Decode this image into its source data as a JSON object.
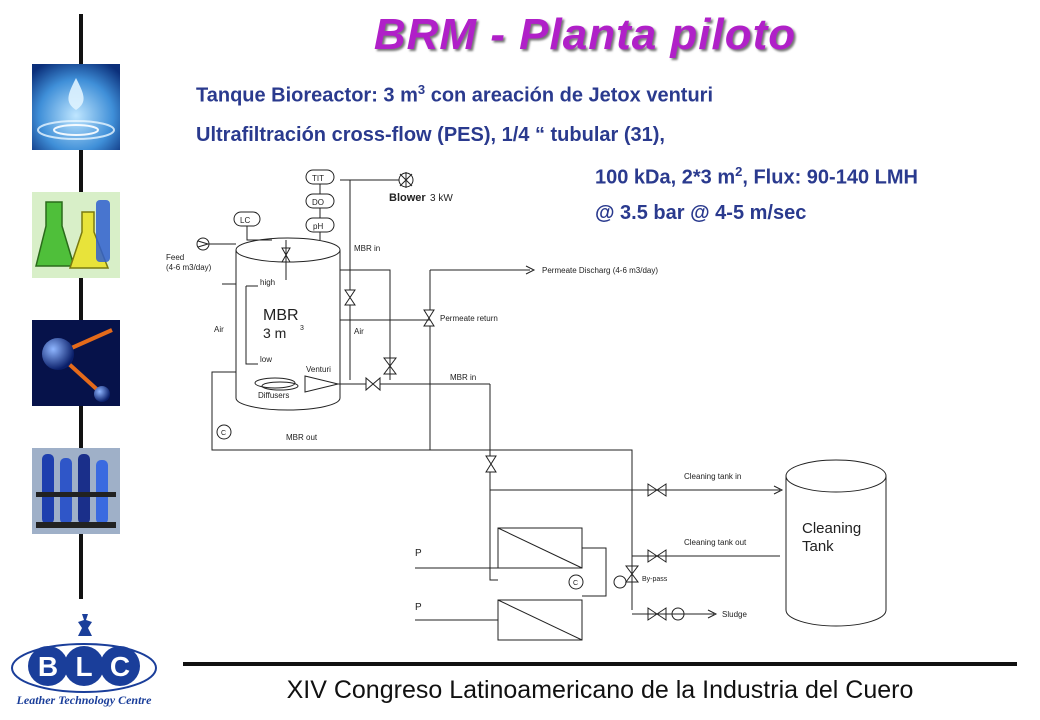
{
  "slide": {
    "title": "BRM - Planta piloto",
    "spec_line1_pre": "Tanque Bioreactor: 3 m",
    "spec_line1_sup": "3",
    "spec_line1_post": " con areación de Jetox venturi",
    "spec_line2": "Ultrafiltración cross-flow (PES), 1/4 “ tubular (31),",
    "spec_line3_pre": "100 kDa, 2*3 m",
    "spec_line3_sup": "2",
    "spec_line3_post": ", Flux: 90-140 LMH",
    "spec_line4": "@  3.5 bar @ 4-5 m/sec",
    "footer": "XIV Congreso Latinoamericano de la Industria del Cuero"
  },
  "logo": {
    "letters": [
      "B",
      "L",
      "C"
    ],
    "tagline": "Leather Technology Centre",
    "accent": "#1a3e9a"
  },
  "sidebar_images": [
    {
      "icon": "water-drop-icon"
    },
    {
      "icon": "chemistry-flasks-icon"
    },
    {
      "icon": "molecule-icon"
    },
    {
      "icon": "test-tubes-icon"
    }
  ],
  "diagram": {
    "tit": "TIT",
    "do": "DO",
    "ph": "pH",
    "lc": "LC",
    "blower": "Blower",
    "blower_power": "3  kW",
    "feed": "Feed",
    "feed_rate": "(4-6  m3/day)",
    "mbr_title": "MBR",
    "mbr_volume": "3  m",
    "mbr_volume_sup": "3",
    "high": "high",
    "low": "low",
    "air_left": "Air",
    "air_right": "Air",
    "venturi": "Venturi",
    "diffusers": "Diffusers",
    "mbr_in_top": "MBR  in",
    "permeate_discharge": "Permeate  Discharg  (4-6  m3/day)",
    "permeate_return": "Permeate  return",
    "mbr_in_mid": "MBR  in",
    "mbr_out": "MBR  out",
    "c_label": "C",
    "cleaning_tank_in": "Cleaning  tank  in",
    "cleaning_tank_out": "Cleaning  tank  out",
    "tank_line1": "Cleaning",
    "tank_line2": "Tank",
    "p_label": "P",
    "bypass": "By-pass",
    "sludge": "Sludge"
  },
  "colors": {
    "title": "#b020c8",
    "specs": "#2a3a8e"
  }
}
